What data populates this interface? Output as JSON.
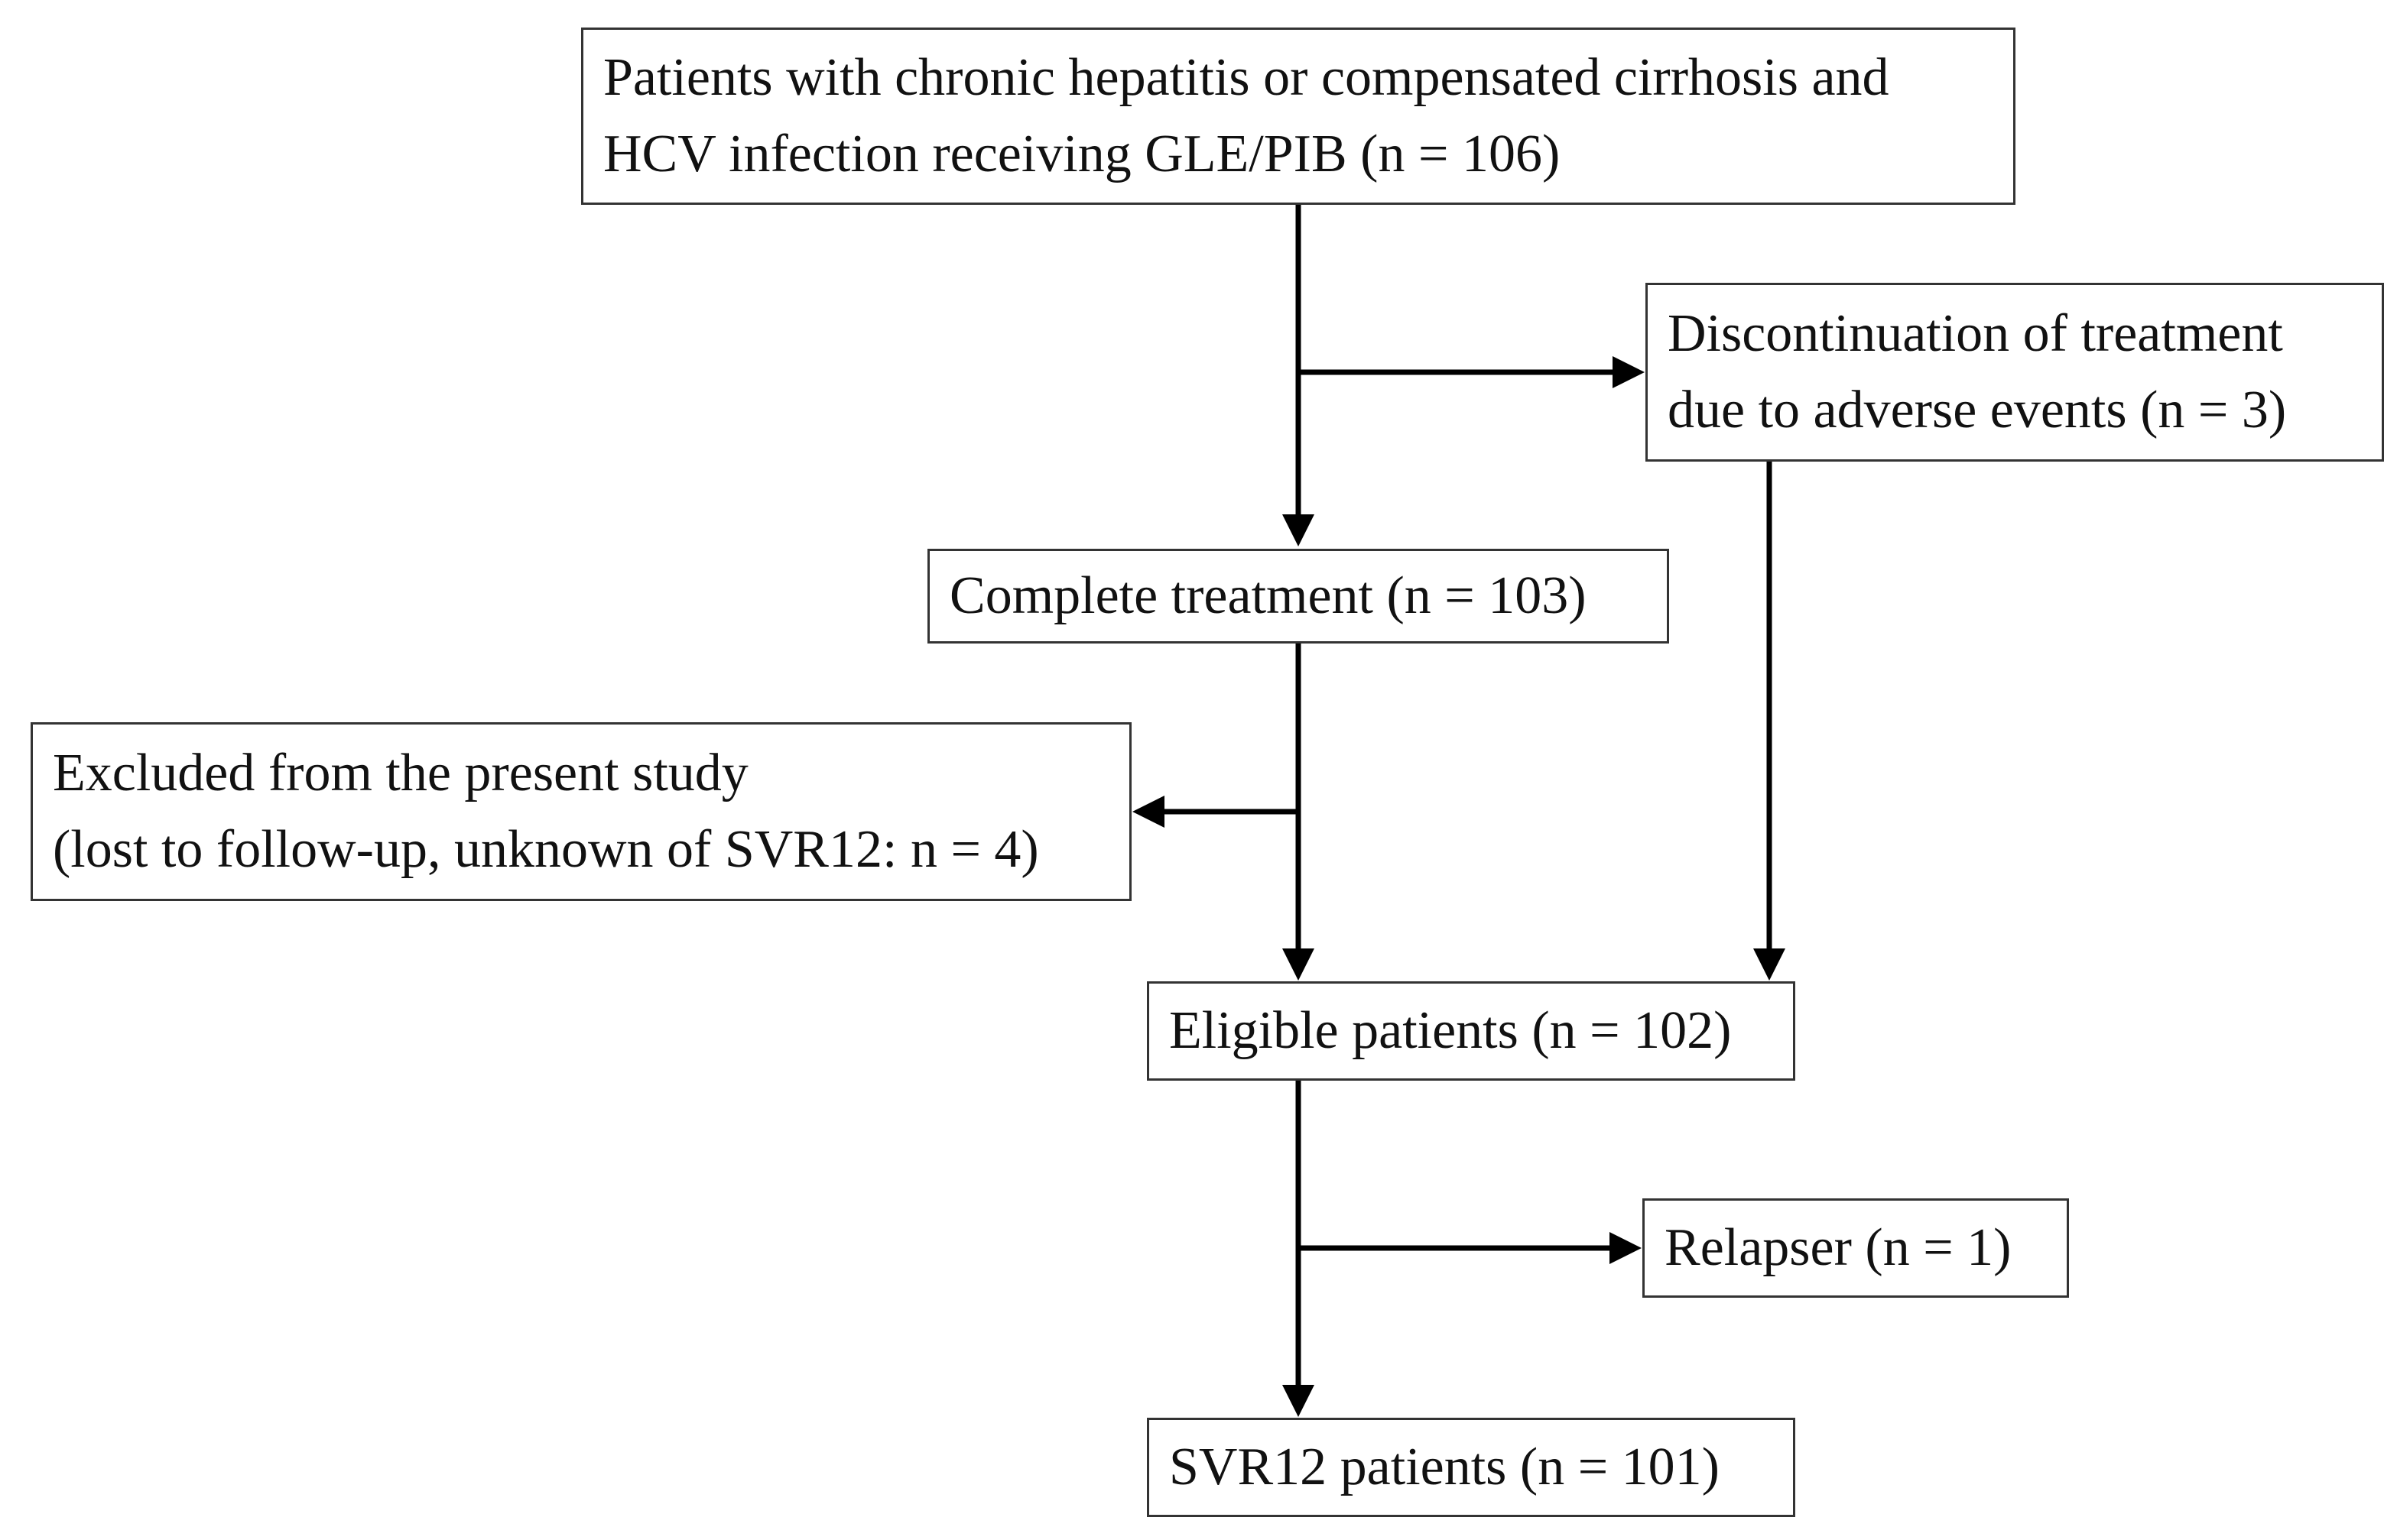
{
  "diagram": {
    "nodes": {
      "patients": {
        "lines": [
          "Patients with chronic hepatitis or compensated cirrhosis and",
          "HCV infection receiving GLE/PIB (n = 106)"
        ]
      },
      "discontinued": {
        "lines": [
          "Discontinuation of treatment",
          "due to adverse events (n = 3)"
        ]
      },
      "complete": {
        "lines": [
          "Complete treatment (n = 103)"
        ]
      },
      "excluded": {
        "lines": [
          "Excluded from the present study",
          "(lost to follow-up, unknown of SVR12: n = 4)"
        ]
      },
      "eligible": {
        "lines": [
          "Eligible patients (n = 102)"
        ]
      },
      "relapser": {
        "lines": [
          "Relapser (n = 1)"
        ]
      },
      "svr12": {
        "lines": [
          "SVR12 patients (n = 101)"
        ]
      }
    },
    "edges": [
      {
        "from": "patients",
        "to": "complete"
      },
      {
        "from": "patients",
        "to": "discontinued"
      },
      {
        "from": "discontinued",
        "to": "eligible"
      },
      {
        "from": "complete",
        "to": "eligible"
      },
      {
        "from": "complete",
        "to": "excluded"
      },
      {
        "from": "eligible",
        "to": "svr12"
      },
      {
        "from": "eligible",
        "to": "relapser"
      }
    ],
    "colors": {
      "line": "#000000",
      "border": "#333333",
      "text": "#111111",
      "background": "#ffffff"
    }
  }
}
